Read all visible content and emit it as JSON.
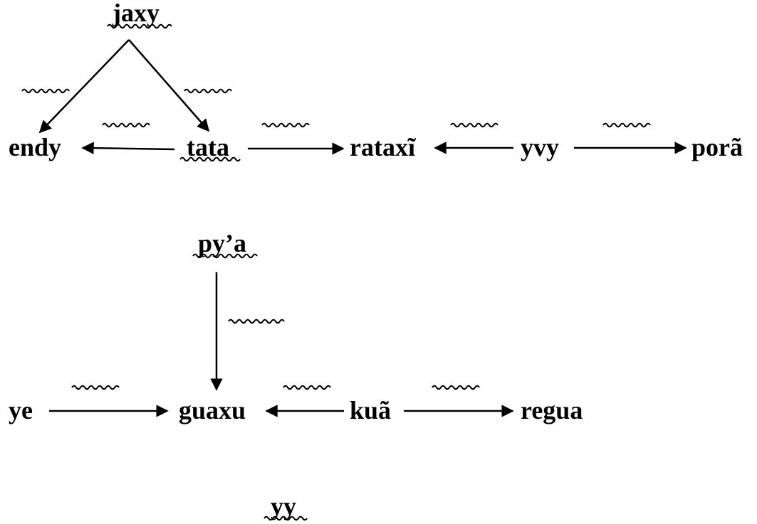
{
  "diagram": {
    "nodes": {
      "jaxy": "jaxy",
      "endy": "endy",
      "tata": "tata",
      "rataxi": "rataxĩ",
      "yvy": "yvy",
      "pora": "porã",
      "pya": "py’a",
      "ye": "ye",
      "guaxu": "guaxu",
      "kua": "kuã",
      "regua": "regua",
      "yy": "yy"
    },
    "edges": [
      {
        "from": "jaxy",
        "to": "endy"
      },
      {
        "from": "jaxy",
        "to": "tata"
      },
      {
        "from": "tata",
        "to": "endy"
      },
      {
        "from": "tata",
        "to": "rataxi"
      },
      {
        "from": "yvy",
        "to": "rataxi"
      },
      {
        "from": "yvy",
        "to": "pora"
      },
      {
        "from": "pya",
        "to": "guaxu"
      },
      {
        "from": "ye",
        "to": "guaxu"
      },
      {
        "from": "kua",
        "to": "guaxu"
      },
      {
        "from": "kua",
        "to": "regua"
      }
    ],
    "underlined": [
      "jaxy",
      "tata",
      "pya",
      "yy"
    ],
    "colors": {
      "ink": "#000000",
      "background": "#ffffff"
    }
  }
}
